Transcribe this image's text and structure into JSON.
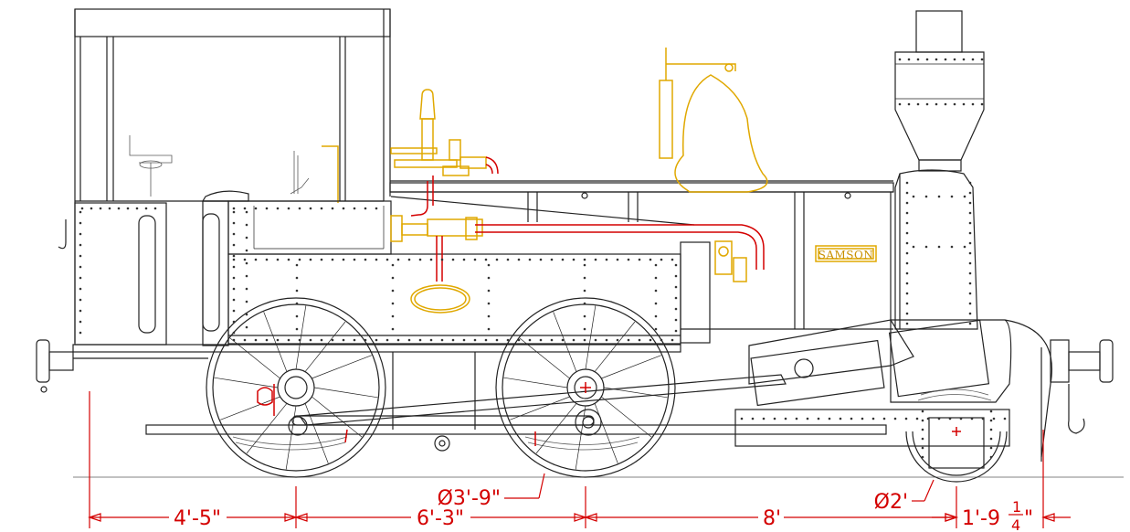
{
  "locomotive": {
    "name_plate": "SAMSON"
  },
  "colors": {
    "outline": "#222222",
    "brass": "#e0a800",
    "pipework": "#d40000",
    "dimension": "#d40000"
  },
  "dimensions": {
    "driving_wheel_diameter": "Ø3'-9\"",
    "carrying_wheel_diameter": "Ø2'",
    "rear_overhang": "4'-5\"",
    "driving_wheelbase": "6'-3\"",
    "rigid_wheelbase": "8'",
    "front_overhang_whole": "1'-9",
    "front_overhang_num": "1",
    "front_overhang_den": "4",
    "front_overhang_inch": "\""
  }
}
